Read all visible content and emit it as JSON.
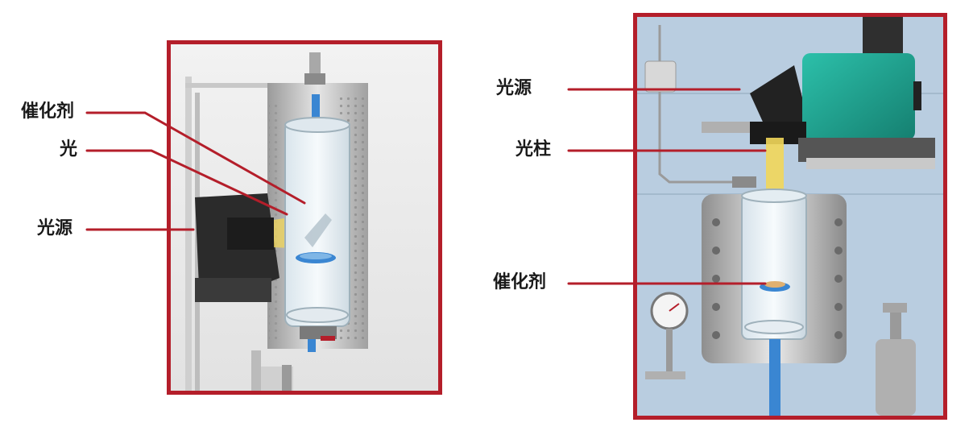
{
  "left": {
    "labels": {
      "catalyst": "催化剂",
      "light": "光",
      "light_source": "光源"
    }
  },
  "right": {
    "labels": {
      "light_source": "光源",
      "light_column": "光柱",
      "catalyst": "催化剂"
    }
  },
  "colors": {
    "frame": "#b41e2a",
    "leader": "#b41e2a",
    "right_bg": "#b9cde0",
    "lamp_green": "#1faa96",
    "glass": "#e8f1f6",
    "light_beam": "#f2d75a",
    "catalyst_blue": "#3a86d2"
  }
}
